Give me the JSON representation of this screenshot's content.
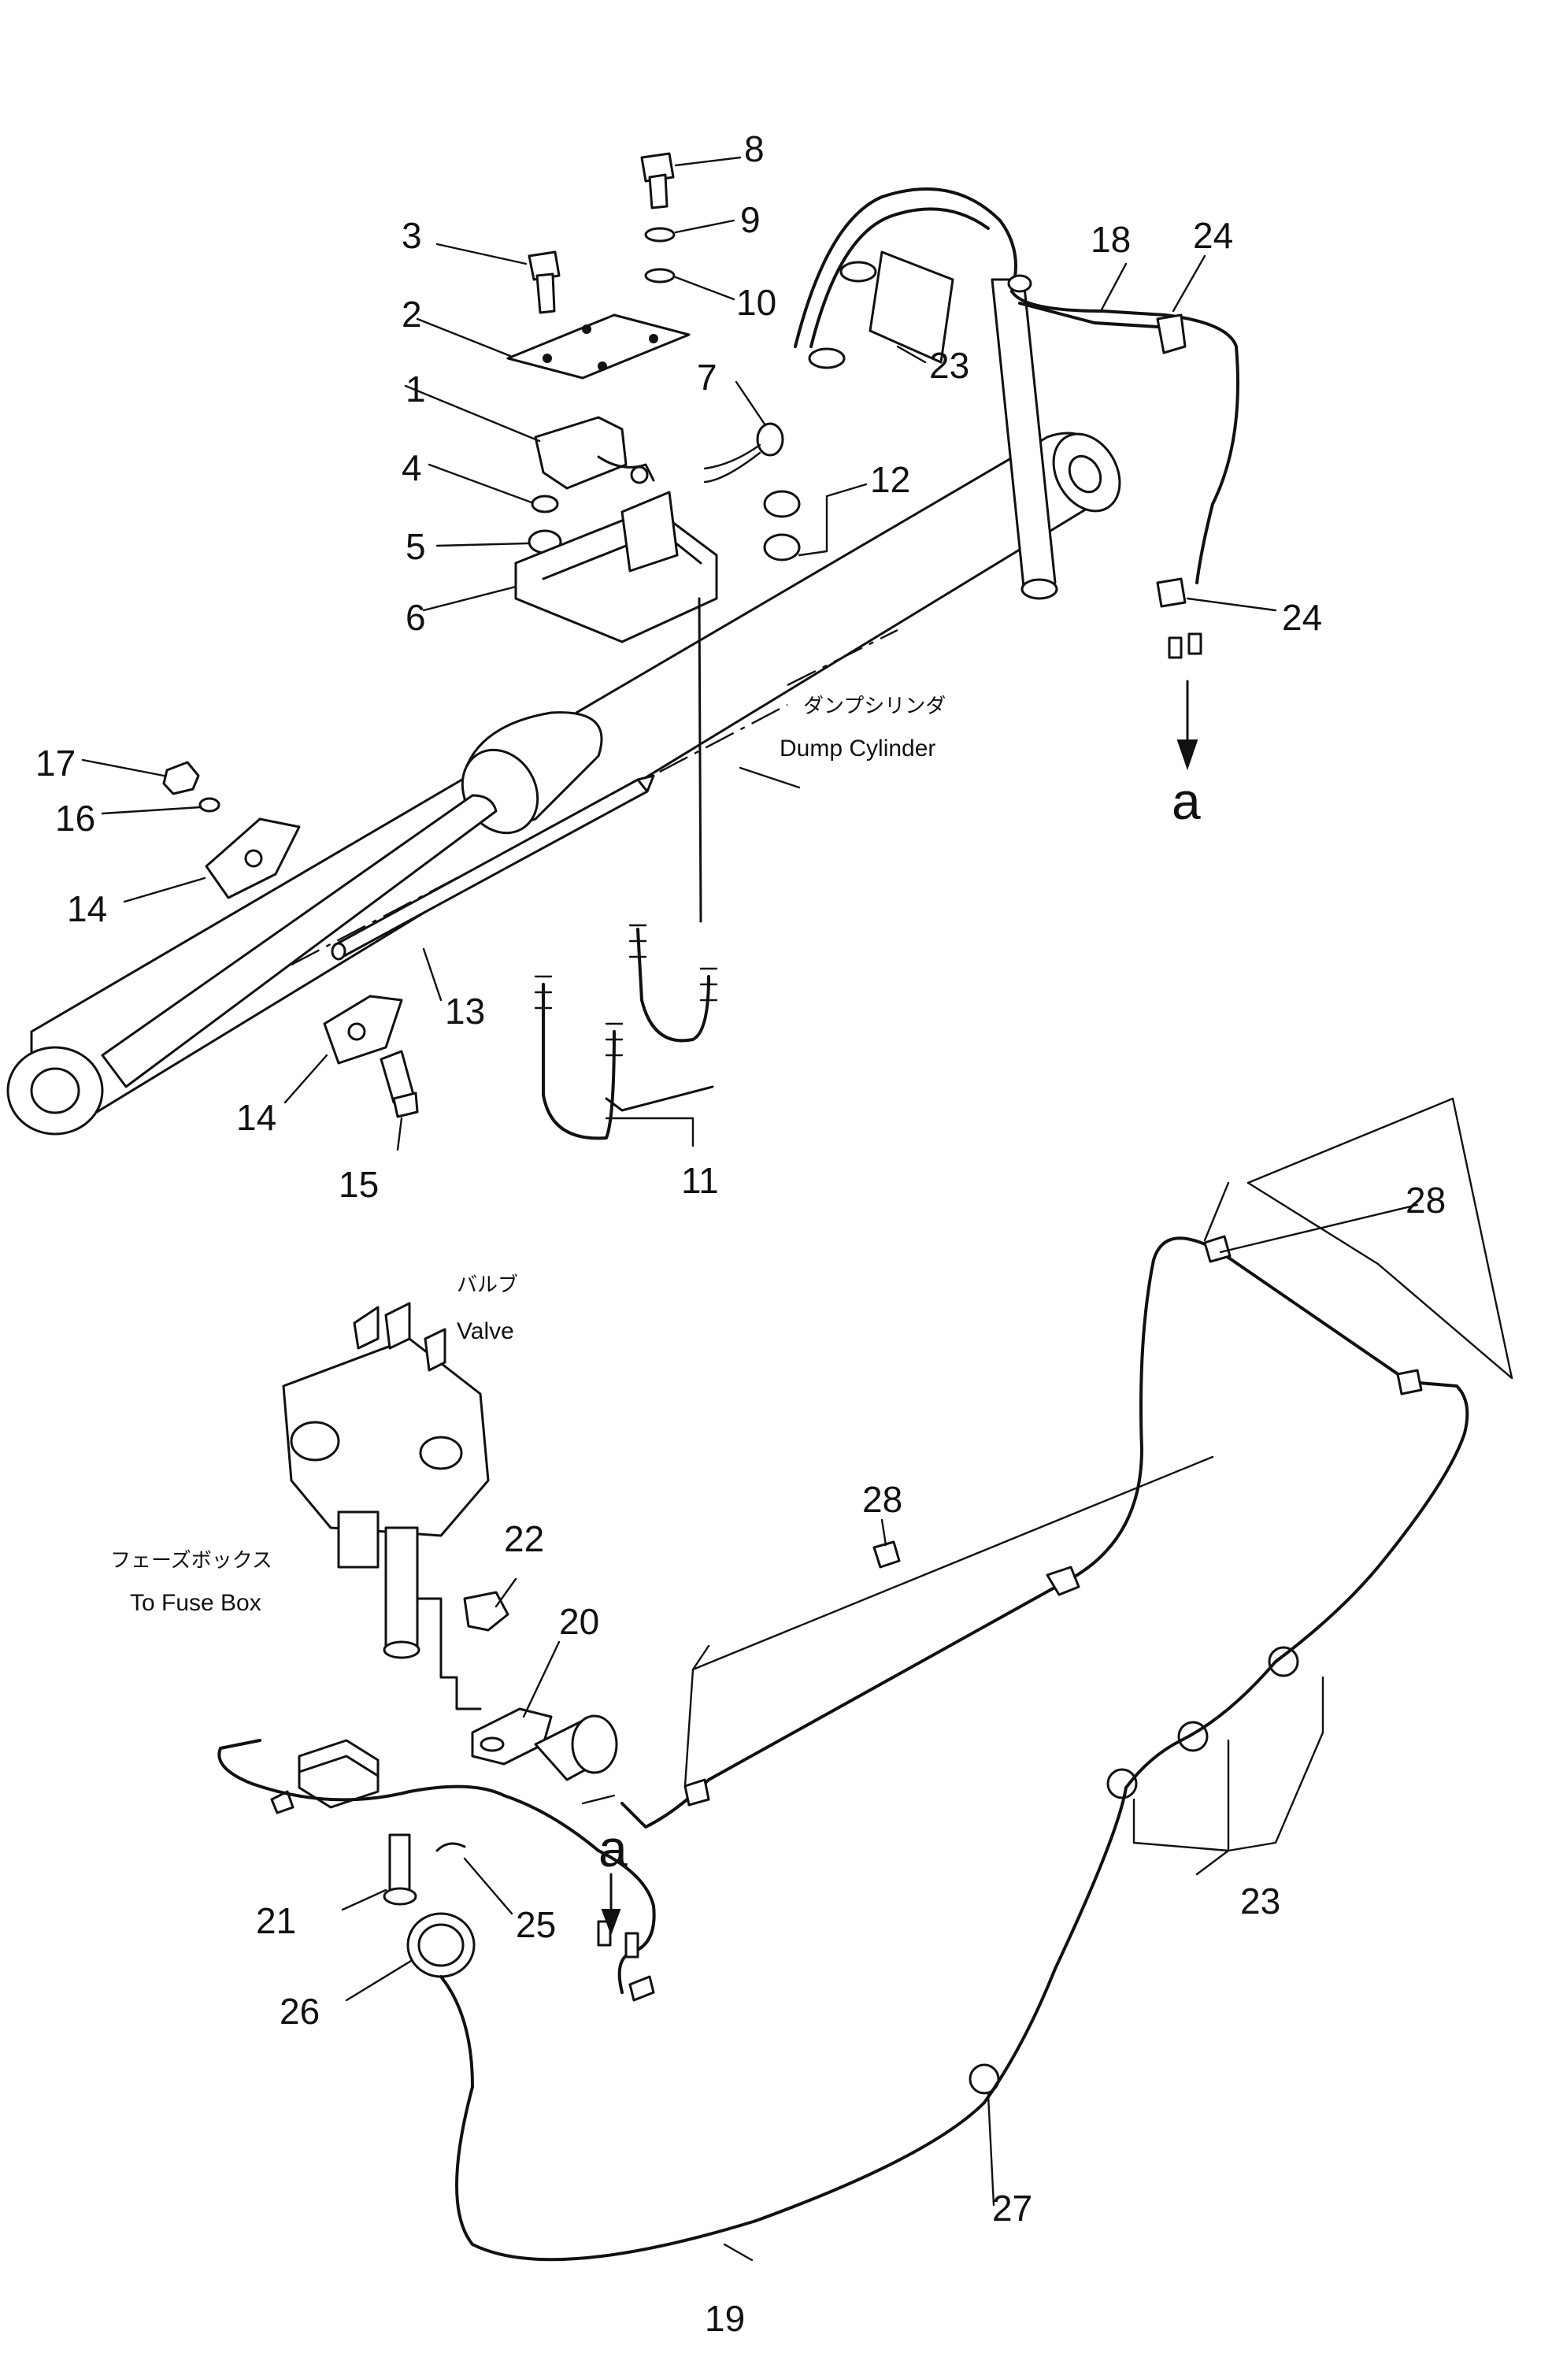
{
  "labels": {
    "dump_cylinder_jp": "ダンプシリンダ",
    "dump_cylinder_en": "Dump Cylinder",
    "valve_jp": "バルブ",
    "valve_en": "Valve",
    "fuse_box_jp": "フェーズボックス",
    "fuse_box_en": "To Fuse Box",
    "ref_a_top": "a",
    "ref_a_bottom": "a"
  },
  "parts": {
    "p1": "1",
    "p2": "2",
    "p3": "3",
    "p4": "4",
    "p5": "5",
    "p6": "6",
    "p7": "7",
    "p8": "8",
    "p9": "9",
    "p10": "10",
    "p11": "11",
    "p12": "12",
    "p13": "13",
    "p14a": "14",
    "p14b": "14",
    "p15": "15",
    "p16": "16",
    "p17": "17",
    "p18": "18",
    "p19": "19",
    "p20": "20",
    "p21": "21",
    "p22": "22",
    "p23a": "23",
    "p23b": "23",
    "p24a": "24",
    "p24b": "24",
    "p25": "25",
    "p26": "26",
    "p27": "27",
    "p28a": "28",
    "p28b": "28"
  }
}
